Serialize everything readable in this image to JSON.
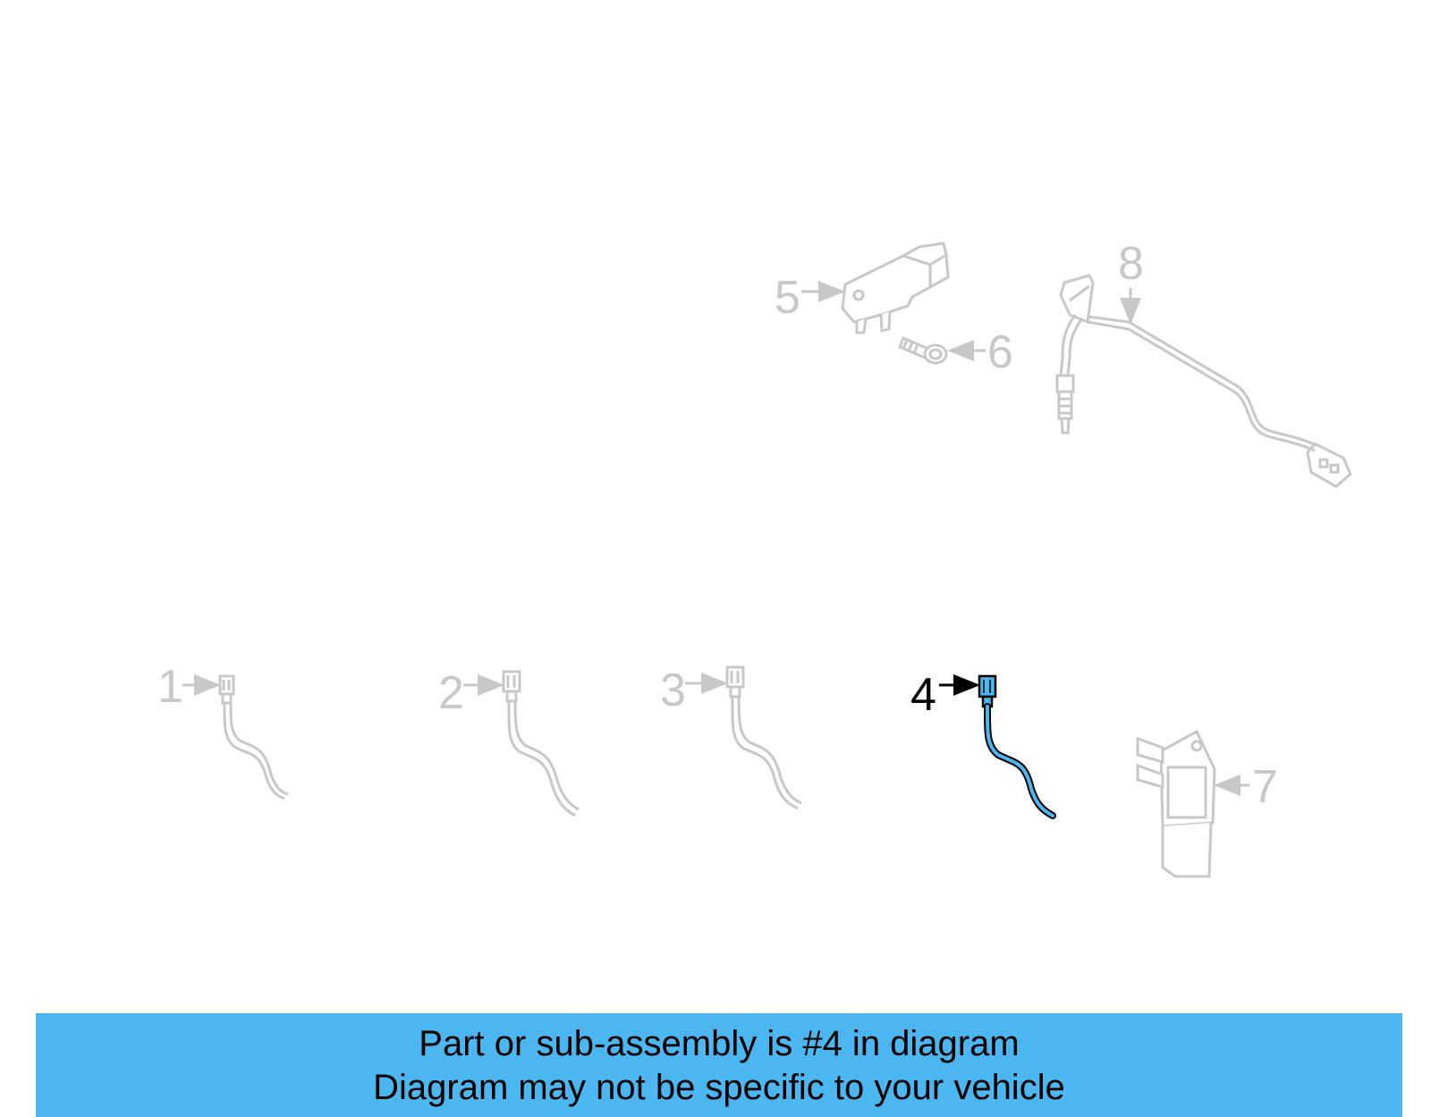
{
  "callouts": [
    {
      "label": "1",
      "highlighted": false
    },
    {
      "label": "2",
      "highlighted": false
    },
    {
      "label": "3",
      "highlighted": false
    },
    {
      "label": "4",
      "highlighted": true
    },
    {
      "label": "5",
      "highlighted": false
    },
    {
      "label": "6",
      "highlighted": false
    },
    {
      "label": "7",
      "highlighted": false
    },
    {
      "label": "8",
      "highlighted": false
    }
  ],
  "banner": {
    "line1": "Part or sub-assembly is #4 in diagram",
    "line2": "Diagram may not be specific to your vehicle"
  },
  "colors": {
    "highlight": "#4cb6f0",
    "dimmed": "#c8c8c8",
    "active_outline": "#000000"
  }
}
